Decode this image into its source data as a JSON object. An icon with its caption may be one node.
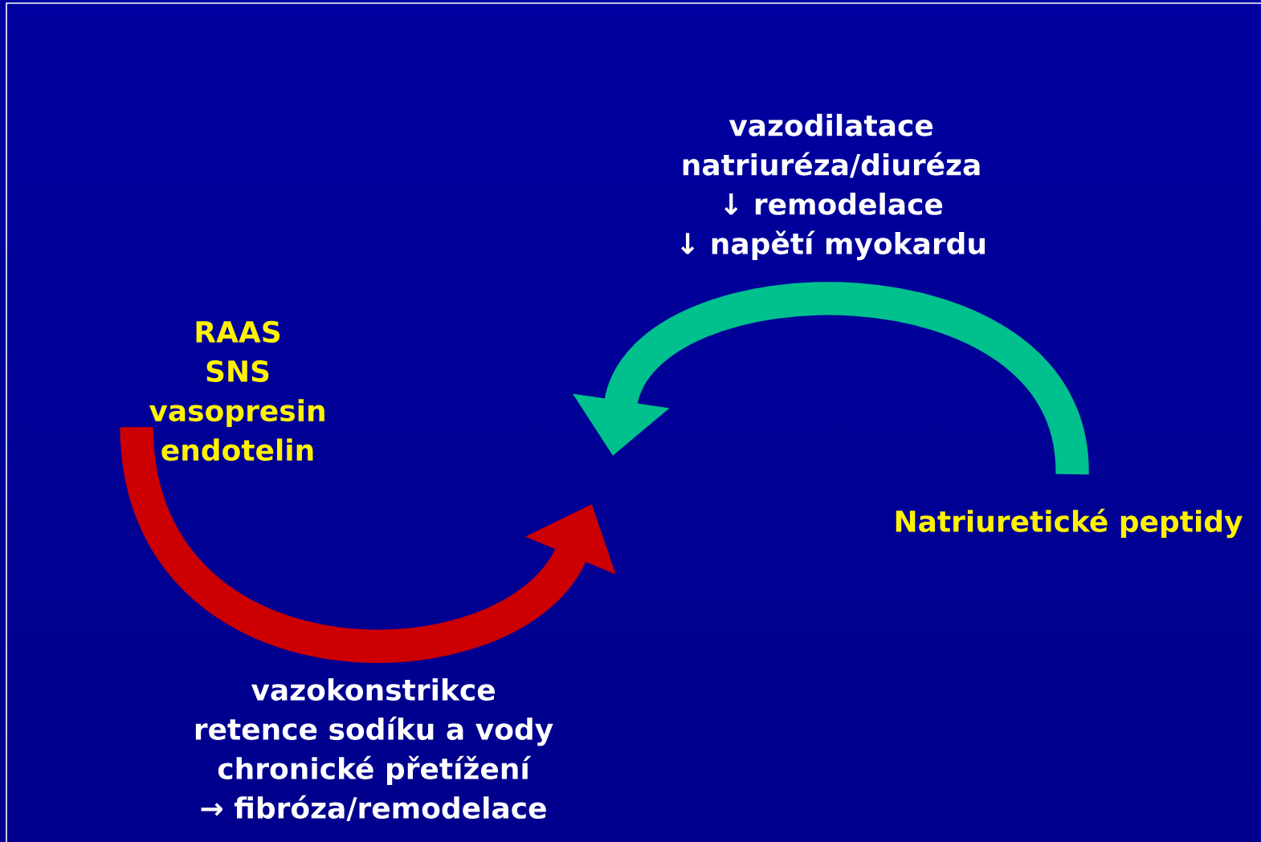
{
  "diagram": {
    "nodes": [
      {
        "text": [
          "RAAS",
          "SNS",
          "vasopresin",
          "endotelin"
        ]
      },
      {
        "text": [
          "Natriuretické peptidy"
        ]
      }
    ],
    "edges": [
      {
        "from": 0,
        "to": null,
        "arrow": "to",
        "color": "#cc0000"
      },
      {
        "from": 1,
        "to": null,
        "arrow": "to",
        "color": "#00c08e"
      }
    ],
    "labels": [
      "vazodilatace",
      "natriuréza/diuréza",
      "↓ remodelace",
      "↓ napětí myokardu",
      "vazokonstrikce",
      "retence sodíku a vody",
      "chronické přetížení",
      "→ fibróza/remodelace"
    ]
  }
}
